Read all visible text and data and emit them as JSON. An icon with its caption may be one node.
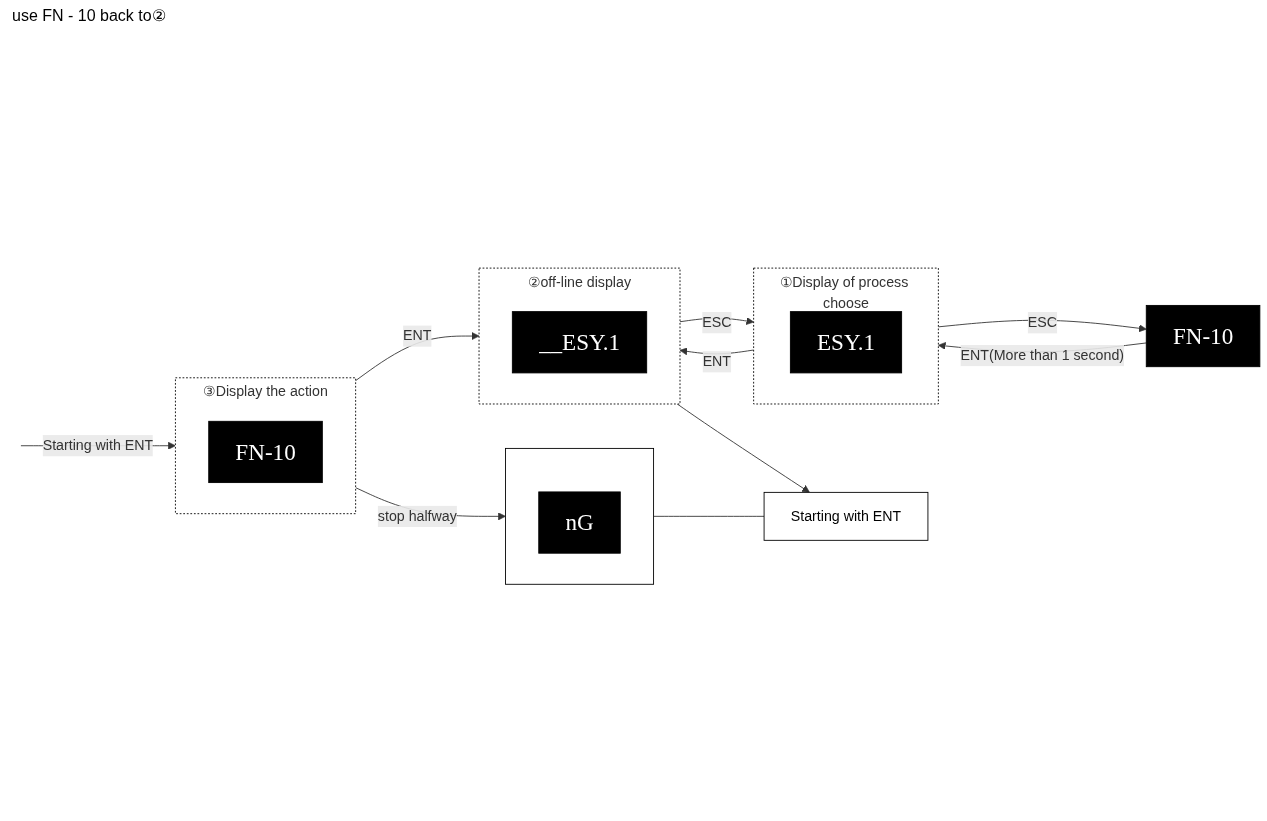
{
  "diagram": {
    "nodes": [
      {
        "text": [
          "FN-10"
        ]
      },
      {
        "text": [
          "①Display of process choose"
        ]
      },
      {
        "text": [
          "ESY.1"
        ],
        "in": 1
      },
      {
        "text": [
          "②off-line display"
        ]
      },
      {
        "text": [
          "__ESY.1"
        ],
        "in": 3
      },
      {
        "text": [
          "③Display the action"
        ]
      },
      {
        "text": [
          "FN-10"
        ],
        "in": 5
      },
      {
        "text": [],
        "shape": "box"
      },
      {
        "text": [
          "nG"
        ],
        "in": 7
      },
      {
        "text": [
          "Starting with ENT"
        ]
      }
    ],
    "edges": [
      {
        "from": 0,
        "to": 1,
        "arrow": "to",
        "label": "ENT(More than 1 second)"
      },
      {
        "from": 1,
        "to": 0,
        "arrow": "to",
        "label": "ESC"
      },
      {
        "from": 1,
        "to": 3,
        "arrow": "to",
        "label": "ENT"
      },
      {
        "from": 3,
        "to": 1,
        "arrow": "to",
        "label": "ESC"
      },
      {
        "from": 3,
        "to": 9,
        "arrow": "to"
      },
      {
        "from": null,
        "to": 5,
        "arrow": "to",
        "label": "Starting with ENT"
      },
      {
        "from": 5,
        "to": 7,
        "arrow": "to",
        "label": "stop halfway"
      },
      {
        "from": 5,
        "to": 3,
        "arrow": "to",
        "label": "ENT"
      },
      {
        "from": 7,
        "to": 9,
        "arrow": "none"
      }
    ],
    "labels": [
      "use FN - 10 back to②"
    ]
  }
}
